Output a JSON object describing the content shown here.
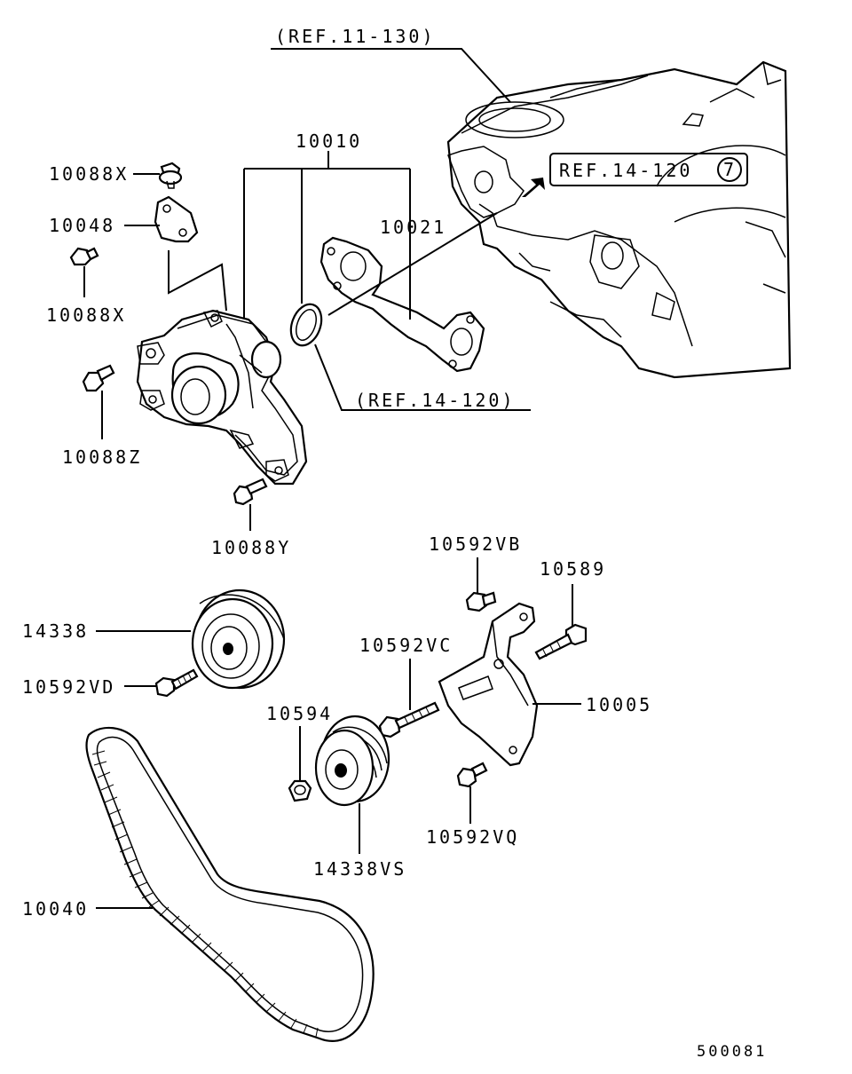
{
  "diagram": {
    "labels": {
      "ref_11_130": "(REF.11-130)",
      "p10010": "10010",
      "p10088x_top": "10088X",
      "ref_14_120_box": "REF.14-120",
      "ref_14_120_circle": "7",
      "p10048": "10048",
      "p10021": "10021",
      "p10088x_bottom": "10088X",
      "ref_14_120": "(REF.14-120)",
      "p10088z": "10088Z",
      "p10088y": "10088Y",
      "p10592vb": "10592VB",
      "p10589": "10589",
      "p14338": "14338",
      "p10592vc": "10592VC",
      "p10592vd": "10592VD",
      "p10005": "10005",
      "p10594": "10594",
      "p10592vq": "10592VQ",
      "p14338vs": "14338VS",
      "p10040": "10040",
      "figure_id": "500081"
    }
  }
}
